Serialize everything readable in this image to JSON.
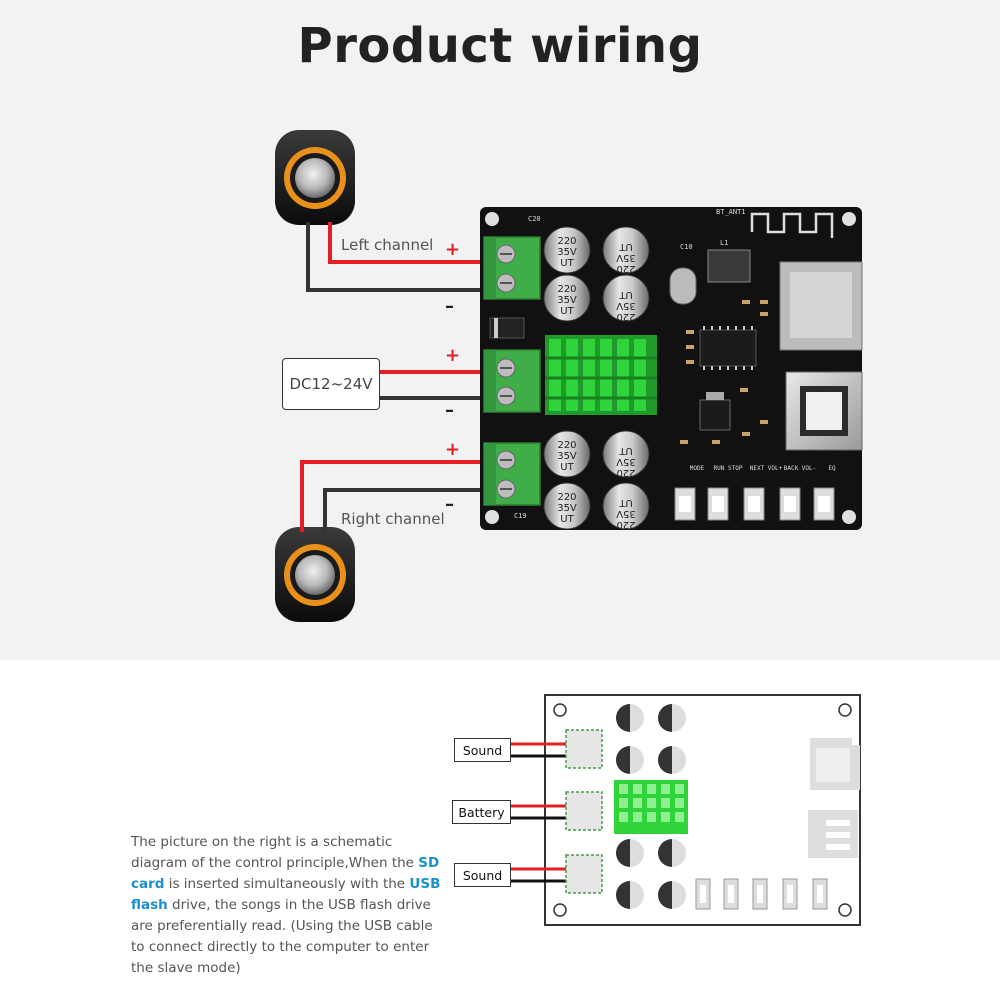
{
  "title": "Product wiring",
  "labels": {
    "left_channel": "Left channel",
    "right_channel": "Right channel",
    "dc_input": "DC12~24V",
    "plus": "+",
    "minus": "–"
  },
  "board": {
    "antenna_label": "BT_ANT1",
    "capacitor_text": "220 35V UT",
    "cap_line1": "220",
    "cap_line2": "35V",
    "cap_line3": "UT",
    "silk_c20": "C20",
    "silk_c19": "C19",
    "silk_l1": "L1",
    "silk_c10": "C10",
    "buttons": [
      "MODE",
      "RUN STOP",
      "NEXT VOL+",
      "BACK VOL-",
      "EQ"
    ]
  },
  "schematic": {
    "inputs": [
      "Sound",
      "Battery",
      "Sound"
    ]
  },
  "description": {
    "part1": "The picture on the right is a schematic diagram of the control principle,When the ",
    "sd_card": "SD card",
    "part2": " is inserted simultaneously with the ",
    "usb_flash": "USB flash",
    "part3": " drive, the songs in the USB flash drive are preferentially read. (Using the USB cable to connect directly to the computer to enter the slave mode)"
  },
  "colors": {
    "wire_red": "#e31e24",
    "wire_black": "#333333",
    "terminal_green": "#3fae49",
    "heatsink_green": "#2fd43a",
    "highlight_blue": "#1a8fd0",
    "pcb_black": "#111111",
    "speaker_ring": "#e8901a"
  }
}
